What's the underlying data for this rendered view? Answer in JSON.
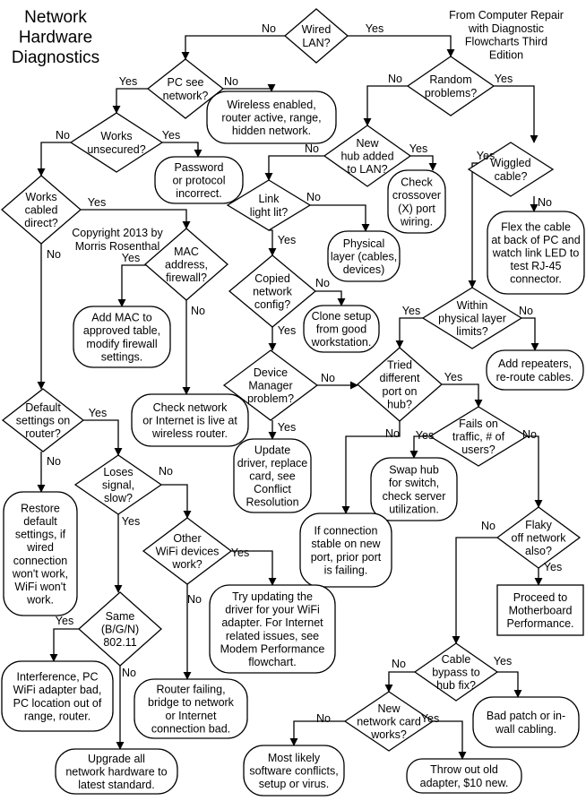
{
  "title": [
    "Network",
    "Hardware",
    "Diagnostics"
  ],
  "source": [
    "From Computer Repair",
    "with Diagnostic",
    "Flowcharts Third",
    "Edition"
  ],
  "copyright": [
    "Copyright 2013 by",
    "Morris Rosenthal"
  ],
  "nodes": [
    {
      "id": "wired-lan",
      "type": "decision",
      "lines": [
        "Wired",
        "LAN?"
      ]
    },
    {
      "id": "pc-see-network",
      "type": "decision",
      "lines": [
        "PC see",
        "network?"
      ]
    },
    {
      "id": "random-problems",
      "type": "decision",
      "lines": [
        "Random",
        "problems?"
      ]
    },
    {
      "id": "wireless-enabled",
      "type": "terminal",
      "lines": [
        "Wireless enabled,",
        "router active, range,",
        "hidden network."
      ]
    },
    {
      "id": "works-unsecured",
      "type": "decision",
      "lines": [
        "Works",
        "unsecured?"
      ]
    },
    {
      "id": "password-incorrect",
      "type": "terminal",
      "lines": [
        "Password",
        "or protocol",
        "incorrect."
      ]
    },
    {
      "id": "new-hub",
      "type": "decision",
      "lines": [
        "New",
        "hub added",
        "to LAN?"
      ]
    },
    {
      "id": "check-crossover",
      "type": "terminal",
      "lines": [
        "Check",
        "crossover",
        "(X) port",
        "wiring."
      ]
    },
    {
      "id": "wiggled-cable",
      "type": "decision",
      "lines": [
        "Wiggled",
        "cable?"
      ]
    },
    {
      "id": "flex-cable",
      "type": "terminal",
      "lines": [
        "Flex the cable",
        "at back of PC and",
        "watch link LED to",
        "test RJ-45",
        "connector."
      ]
    },
    {
      "id": "works-cabled-direct",
      "type": "decision",
      "lines": [
        "Works",
        "cabled",
        "direct?"
      ]
    },
    {
      "id": "link-light",
      "type": "decision",
      "lines": [
        "Link",
        "light lit?"
      ]
    },
    {
      "id": "physical-layer",
      "type": "terminal",
      "lines": [
        "Physical",
        "layer (cables,",
        "devices)"
      ]
    },
    {
      "id": "mac-address",
      "type": "decision",
      "lines": [
        "MAC",
        "address,",
        "firewall?"
      ]
    },
    {
      "id": "copied-config",
      "type": "decision",
      "lines": [
        "Copied",
        "network",
        "config?"
      ]
    },
    {
      "id": "clone-setup",
      "type": "terminal",
      "lines": [
        "Clone setup",
        "from good",
        "workstation."
      ]
    },
    {
      "id": "add-mac",
      "type": "terminal",
      "lines": [
        "Add MAC to",
        "approved table,",
        "modify firewall",
        "settings."
      ]
    },
    {
      "id": "within-limits",
      "type": "decision",
      "lines": [
        "Within",
        "physical layer",
        "limits?"
      ]
    },
    {
      "id": "add-repeaters",
      "type": "terminal",
      "lines": [
        "Add repeaters,",
        "re-route cables."
      ]
    },
    {
      "id": "device-manager",
      "type": "decision",
      "lines": [
        "Device",
        "Manager",
        "problem?"
      ]
    },
    {
      "id": "tried-port",
      "type": "decision",
      "lines": [
        "Tried",
        "different",
        "port on",
        "hub?"
      ]
    },
    {
      "id": "check-network",
      "type": "terminal",
      "lines": [
        "Check network",
        "or Internet is live at",
        "wireless router."
      ]
    },
    {
      "id": "default-settings",
      "type": "decision",
      "lines": [
        "Default",
        "settings on",
        "router?"
      ]
    },
    {
      "id": "fails-traffic",
      "type": "decision",
      "lines": [
        "Fails on",
        "traffic, # of",
        "users?"
      ]
    },
    {
      "id": "update-driver",
      "type": "terminal",
      "lines": [
        "Update",
        "driver, replace",
        "card, see",
        "Conflict",
        "Resolution"
      ]
    },
    {
      "id": "loses-signal",
      "type": "decision",
      "lines": [
        "Loses",
        "signal,",
        "slow?"
      ]
    },
    {
      "id": "swap-hub",
      "type": "terminal",
      "lines": [
        "Swap hub",
        "for switch,",
        "check server",
        "utilization."
      ]
    },
    {
      "id": "restore-default",
      "type": "terminal",
      "lines": [
        "Restore",
        "default",
        "settings, if",
        "wired",
        "connection",
        "won't work,",
        "WiFi won't",
        "work."
      ]
    },
    {
      "id": "if-connection",
      "type": "terminal",
      "lines": [
        "If connection",
        "stable on new",
        "port, prior port",
        "is failing."
      ]
    },
    {
      "id": "flaky",
      "type": "decision",
      "lines": [
        "Flaky",
        "off network",
        "also?"
      ]
    },
    {
      "id": "other-wifi",
      "type": "decision",
      "lines": [
        "Other",
        "WiFi devices",
        "work?"
      ]
    },
    {
      "id": "motherboard",
      "type": "process",
      "lines": [
        "Proceed to",
        "Motherboard",
        "Performance."
      ]
    },
    {
      "id": "try-updating",
      "type": "terminal",
      "lines": [
        "Try updating the",
        "driver for your WiFi",
        "adapter. For Internet",
        "related issues, see",
        "Modem Performance",
        "flowchart."
      ]
    },
    {
      "id": "same-standard",
      "type": "decision",
      "lines": [
        "Same",
        "(B/G/N)",
        "802.11"
      ]
    },
    {
      "id": "cable-bypass",
      "type": "decision",
      "lines": [
        "Cable",
        "bypass to",
        "hub fix?"
      ]
    },
    {
      "id": "interference",
      "type": "terminal",
      "lines": [
        "Interference, PC",
        "WiFi adapter bad,",
        "PC location out of",
        "range, router."
      ]
    },
    {
      "id": "router-failing",
      "type": "terminal",
      "lines": [
        "Router failing,",
        "bridge to network",
        "or Internet",
        "connection bad."
      ]
    },
    {
      "id": "new-card",
      "type": "decision",
      "lines": [
        "New",
        "network card",
        "works?"
      ]
    },
    {
      "id": "bad-patch",
      "type": "terminal",
      "lines": [
        "Bad patch or in-",
        "wall cabling."
      ]
    },
    {
      "id": "upgrade-all",
      "type": "terminal",
      "lines": [
        "Upgrade all",
        "network hardware to",
        "latest standard."
      ]
    },
    {
      "id": "most-likely",
      "type": "terminal",
      "lines": [
        "Most likely",
        "software conflicts,",
        "setup or virus."
      ]
    },
    {
      "id": "throw-out",
      "type": "terminal",
      "lines": [
        "Throw out old",
        "adapter, $10 new."
      ]
    }
  ],
  "edges": [
    {
      "from": "wired-lan",
      "to": "pc-see-network",
      "label": "No"
    },
    {
      "from": "wired-lan",
      "to": "random-problems",
      "label": "Yes"
    },
    {
      "from": "pc-see-network",
      "to": "works-unsecured",
      "label": "Yes"
    },
    {
      "from": "pc-see-network",
      "to": "wireless-enabled",
      "label": "No"
    },
    {
      "from": "works-unsecured",
      "to": "password-incorrect",
      "label": "Yes"
    },
    {
      "from": "works-unsecured",
      "to": "works-cabled-direct",
      "label": "No"
    },
    {
      "from": "random-problems",
      "to": "new-hub",
      "label": "No"
    },
    {
      "from": "random-problems",
      "to": "wiggled-cable",
      "label": "Yes"
    },
    {
      "from": "new-hub",
      "to": "check-crossover",
      "label": "Yes"
    },
    {
      "from": "new-hub",
      "to": "link-light",
      "label": "No"
    },
    {
      "from": "wiggled-cable",
      "to": "within-limits",
      "label": "Yes"
    },
    {
      "from": "wiggled-cable",
      "to": "flex-cable",
      "label": "No"
    },
    {
      "from": "works-cabled-direct",
      "to": "mac-address",
      "label": "Yes"
    },
    {
      "from": "works-cabled-direct",
      "to": "default-settings",
      "label": "No"
    },
    {
      "from": "link-light",
      "to": "physical-layer",
      "label": "No"
    },
    {
      "from": "link-light",
      "to": "copied-config",
      "label": "Yes"
    },
    {
      "from": "mac-address",
      "to": "add-mac",
      "label": "Yes"
    },
    {
      "from": "mac-address",
      "to": "check-network",
      "label": "No"
    },
    {
      "from": "copied-config",
      "to": "clone-setup",
      "label": "No"
    },
    {
      "from": "copied-config",
      "to": "device-manager",
      "label": "Yes"
    },
    {
      "from": "within-limits",
      "to": "tried-port",
      "label": "Yes"
    },
    {
      "from": "within-limits",
      "to": "add-repeaters",
      "label": "No"
    },
    {
      "from": "device-manager",
      "to": "tried-port",
      "label": "No"
    },
    {
      "from": "device-manager",
      "to": "update-driver",
      "label": "Yes"
    },
    {
      "from": "tried-port",
      "to": "fails-traffic",
      "label": "Yes"
    },
    {
      "from": "tried-port",
      "to": "if-connection",
      "label": "No"
    },
    {
      "from": "default-settings",
      "to": "loses-signal",
      "label": "Yes"
    },
    {
      "from": "default-settings",
      "to": "restore-default",
      "label": "No"
    },
    {
      "from": "fails-traffic",
      "to": "swap-hub",
      "label": "Yes"
    },
    {
      "from": "fails-traffic",
      "to": "flaky",
      "label": "No"
    },
    {
      "from": "loses-signal",
      "to": "other-wifi",
      "label": "No"
    },
    {
      "from": "loses-signal",
      "to": "same-standard",
      "label": "Yes"
    },
    {
      "from": "flaky",
      "to": "motherboard",
      "label": "Yes"
    },
    {
      "from": "flaky",
      "to": "cable-bypass",
      "label": "No"
    },
    {
      "from": "other-wifi",
      "to": "try-updating",
      "label": "Yes"
    },
    {
      "from": "other-wifi",
      "to": "router-failing",
      "label": "No"
    },
    {
      "from": "same-standard",
      "to": "interference",
      "label": "Yes"
    },
    {
      "from": "same-standard",
      "to": "upgrade-all",
      "label": "No"
    },
    {
      "from": "cable-bypass",
      "to": "new-card",
      "label": "No"
    },
    {
      "from": "cable-bypass",
      "to": "bad-patch",
      "label": "Yes"
    },
    {
      "from": "new-card",
      "to": "most-likely",
      "label": "No"
    },
    {
      "from": "new-card",
      "to": "throw-out",
      "label": "Yes"
    }
  ]
}
